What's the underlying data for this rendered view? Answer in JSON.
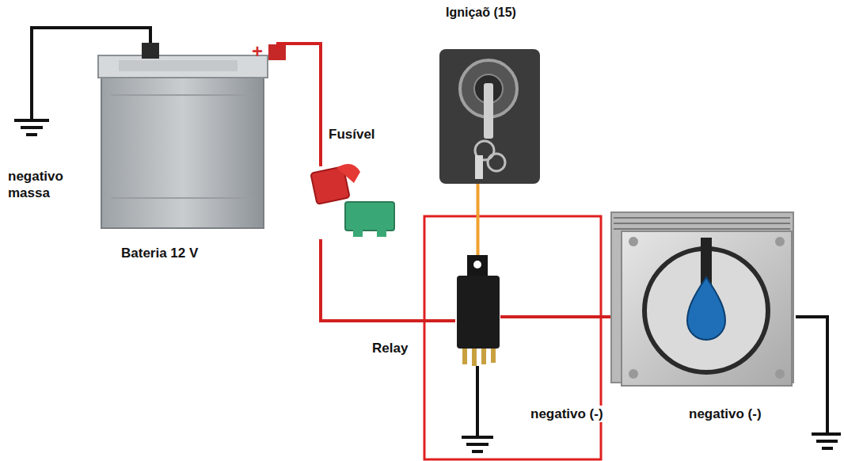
{
  "diagram": {
    "nodes": [
      {
        "text": [
          "Bateria 12 V"
        ]
      },
      {
        "text": [
          "Fusível"
        ]
      },
      {
        "text": [
          "Igniçaõ (15)"
        ]
      },
      {
        "text": [
          "Relay"
        ]
      }
    ],
    "edges": [
      {
        "from": 0,
        "to": 1,
        "arrow": "none"
      },
      {
        "from": 1,
        "to": 3,
        "arrow": "none"
      },
      {
        "from": 2,
        "to": 3,
        "arrow": "none"
      }
    ],
    "labels": [
      "+",
      "negativo massa",
      "negativo (-)",
      "negativo (-)"
    ]
  }
}
